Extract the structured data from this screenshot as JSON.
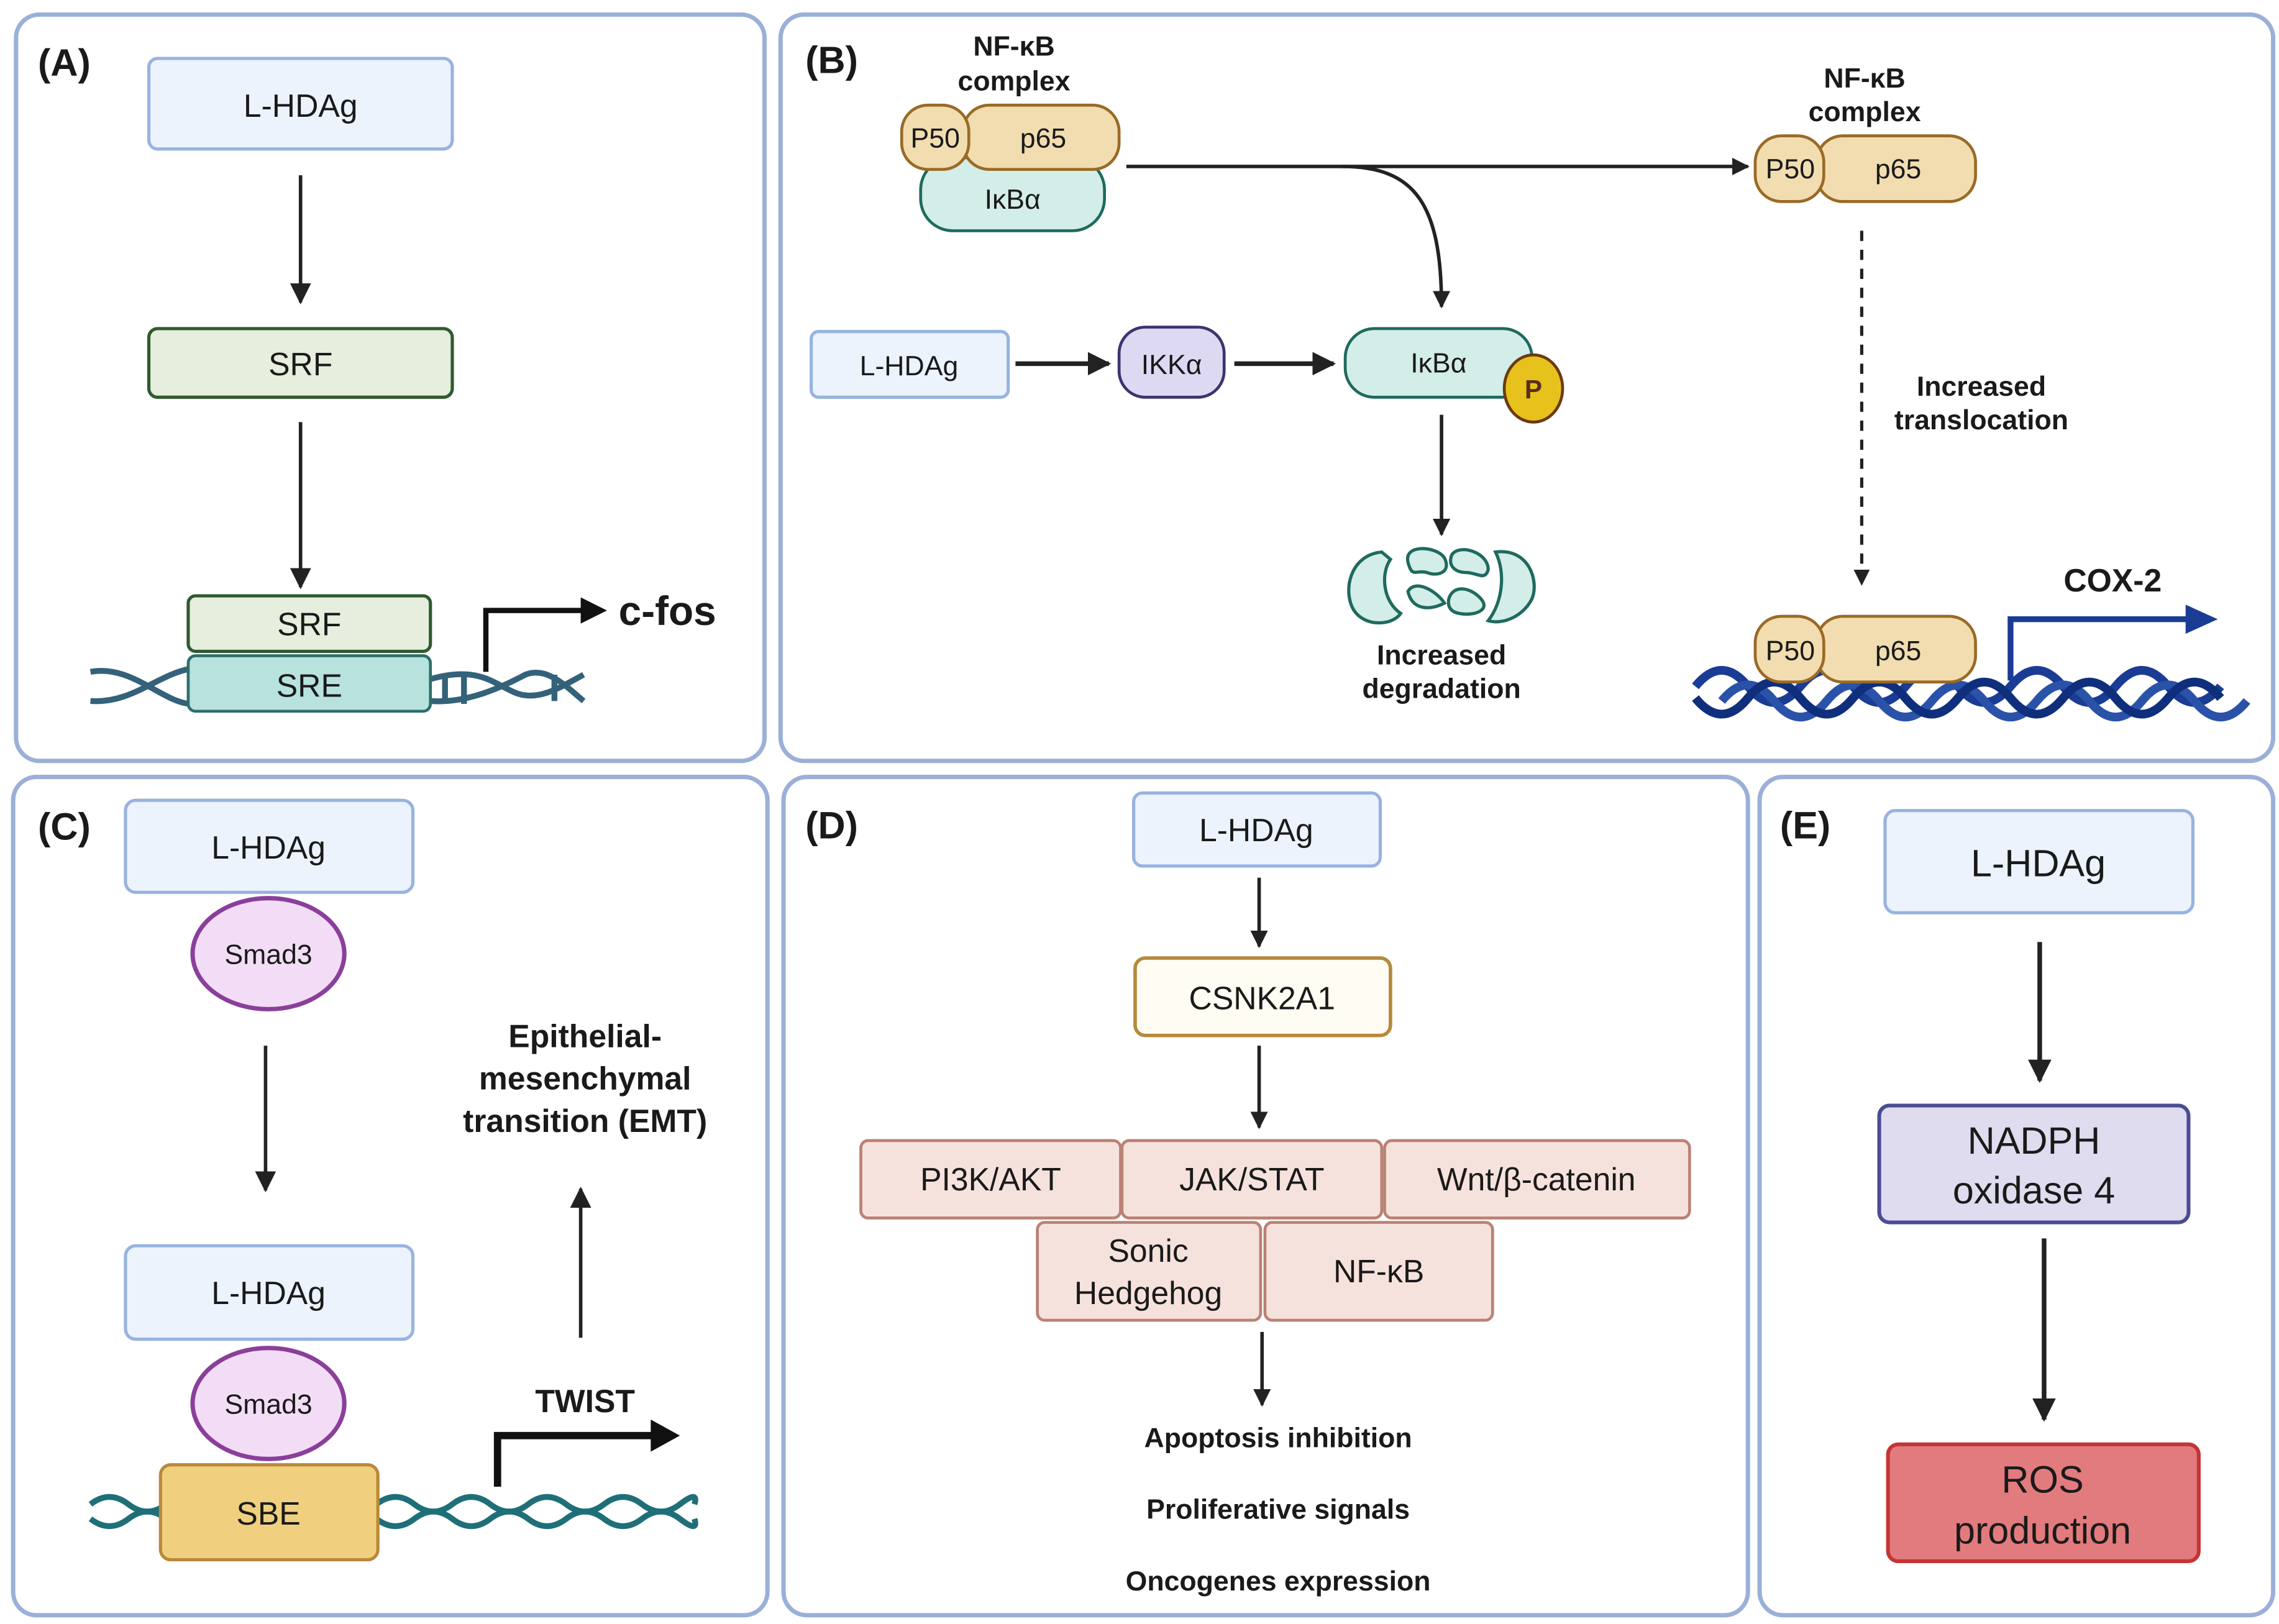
{
  "figure": {
    "panels": {
      "A": {
        "letter": "(A)",
        "top_box": "L-HDAg",
        "middle_box": "SRF",
        "bound_factor": "SRF",
        "dna_element": "SRE",
        "target_gene": "c-fos"
      },
      "B": {
        "letter": "(B)",
        "complex_title_line1": "NF-κB",
        "complex_title_line2": "complex",
        "p50": "P50",
        "p65": "p65",
        "inhibitor": "IκBα",
        "inducer": "L-HDAg",
        "kinase": "IKKα",
        "phosphorylated_inhibitor": "IκBα",
        "phospho_mark": "P",
        "degradation_line1": "Increased",
        "degradation_line2": "degradation",
        "free_complex_line1": "NF-κB",
        "free_complex_line2": "complex",
        "free_p50": "P50",
        "free_p65": "p65",
        "translocation_line1": "Increased",
        "translocation_line2": "translocation",
        "bound_p50": "P50",
        "bound_p65": "p65",
        "target_gene": "COX-2"
      },
      "C": {
        "letter": "(C)",
        "top_box": "L-HDAg",
        "top_smad": "Smad3",
        "bottom_box": "L-HDAg",
        "bottom_smad": "Smad3",
        "dna_element": "SBE",
        "target_gene": "TWIST",
        "outcome_line1": "Epithelial-",
        "outcome_line2": "mesenchymal",
        "outcome_line3": "transition (EMT)"
      },
      "D": {
        "letter": "(D)",
        "top_box": "L-HDAg",
        "kinase": "CSNK2A1",
        "pathways_row1": [
          "PI3K/AKT",
          "JAK/STAT",
          "Wnt/β-catenin"
        ],
        "pathways_row2_sonic_line1": "Sonic",
        "pathways_row2_sonic_line2": "Hedgehog",
        "pathways_row2_nfkb": "NF-κB",
        "outcomes": [
          "Apoptosis inhibition",
          "Proliferative signals",
          "Oncogenes expression"
        ]
      },
      "E": {
        "letter": "(E)",
        "top_box": "L-HDAg",
        "enzyme_line1": "NADPH",
        "enzyme_line2": "oxidase 4",
        "result_line1": "ROS",
        "result_line2": "production"
      }
    },
    "colors": {
      "panel_border": "#9bb0d8",
      "l_hdag_fill": "#ecf3fc",
      "srf_fill": "#e6eedd",
      "nfkb_fill": "#f1ddb0",
      "ikba_fill": "#d3ede8",
      "ikk_fill": "#ddd9f2",
      "smad_fill": "#f3ddf6",
      "sbe_fill": "#f0d07e",
      "pathway_fill": "#f6e2dd",
      "nox_fill": "#e0dcef",
      "ros_fill": "#e27b7d",
      "cox2_dna": "#1a3c94"
    }
  }
}
